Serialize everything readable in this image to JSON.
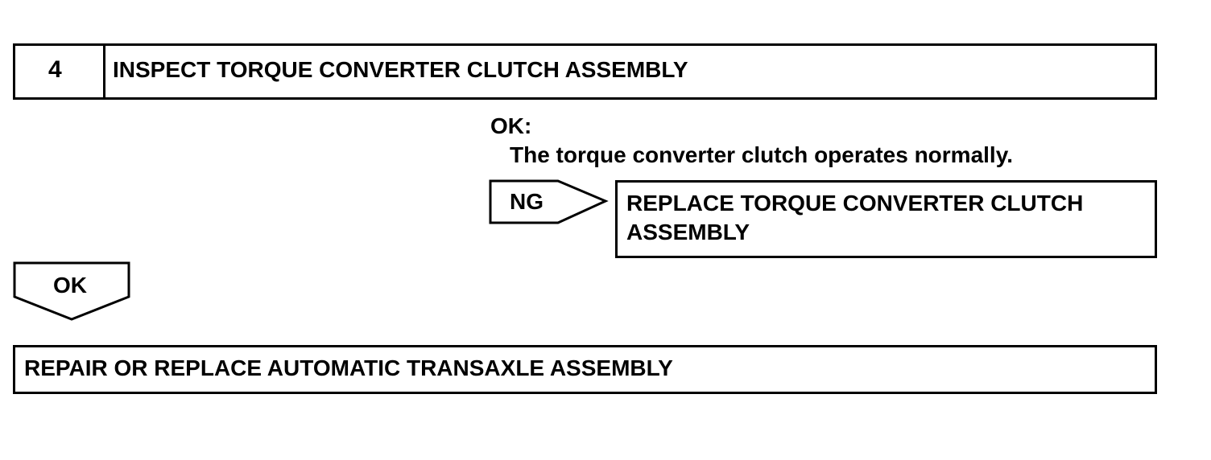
{
  "step": {
    "number": "4",
    "title": "INSPECT TORQUE CONVERTER CLUTCH ASSEMBLY"
  },
  "ok_condition": {
    "label": "OK:",
    "text": "The torque converter clutch operates normally."
  },
  "ng_branch": {
    "label": "NG",
    "action_line1": "REPLACE TORQUE CONVERTER CLUTCH",
    "action_line2": "ASSEMBLY"
  },
  "ok_branch": {
    "label": "OK",
    "action": "REPAIR OR REPLACE AUTOMATIC TRANSAXLE ASSEMBLY"
  }
}
